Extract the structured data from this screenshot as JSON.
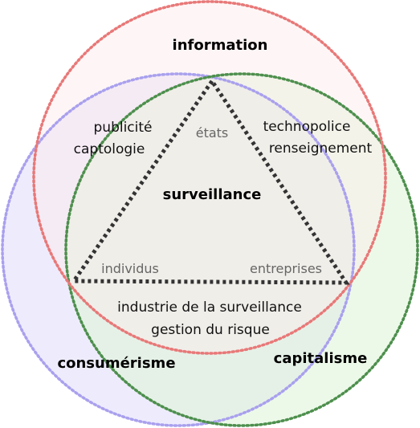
{
  "sets": {
    "information": {
      "label": "information",
      "color": "#e87878",
      "fill": "#fdecea"
    },
    "consumerisme": {
      "label": "consumérisme",
      "color": "#a9a0ee",
      "fill": "#e8e6fb"
    },
    "capitalisme": {
      "label": "capitalisme",
      "color": "#4d8f4d",
      "fill": "#dff5d9"
    }
  },
  "regions": {
    "info_consumer": [
      "publicité",
      "captologie"
    ],
    "info_capital": [
      "technopolice",
      "renseignement"
    ],
    "all_three": "surveillance",
    "consumer_capital": [
      "industrie de la surveillance",
      "gestion du risque"
    ]
  },
  "triangle": {
    "top": "états",
    "left": "individus",
    "right": "entreprises",
    "color": "#333333"
  }
}
